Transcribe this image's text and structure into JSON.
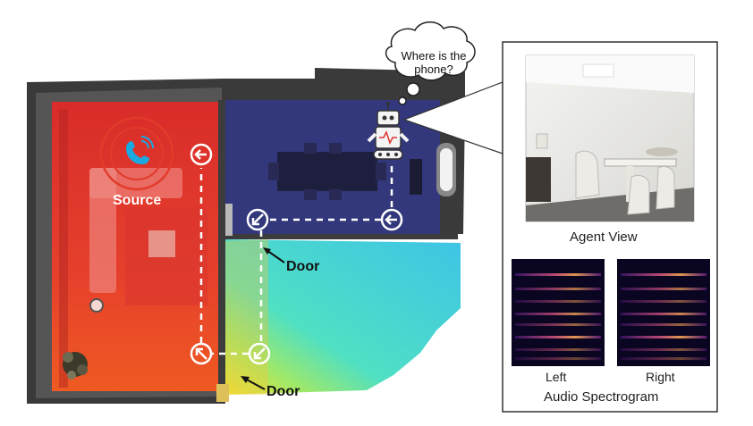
{
  "floorplan": {
    "source_label": "Source",
    "door_labels": [
      "Door",
      "Door"
    ]
  },
  "agent": {
    "speech_line1": "Where is the",
    "speech_line2": "phone?"
  },
  "panel": {
    "agent_view_caption": "Agent View",
    "spectrogram_left_label": "Left",
    "spectrogram_right_label": "Right",
    "spectrogram_caption": "Audio Spectrogram"
  },
  "icons": [
    "phone-ring-icon",
    "robot-icon",
    "arrow-left-icon",
    "arrow-down-left-icon",
    "arrow-up-left-icon"
  ],
  "colors": {
    "source_room": "#e3342a",
    "agent_room": "#2d2f6e",
    "hallway_cyan": "#3fd8d0",
    "door_yellow": "#f2d23a",
    "ring": "#e23b2b"
  }
}
